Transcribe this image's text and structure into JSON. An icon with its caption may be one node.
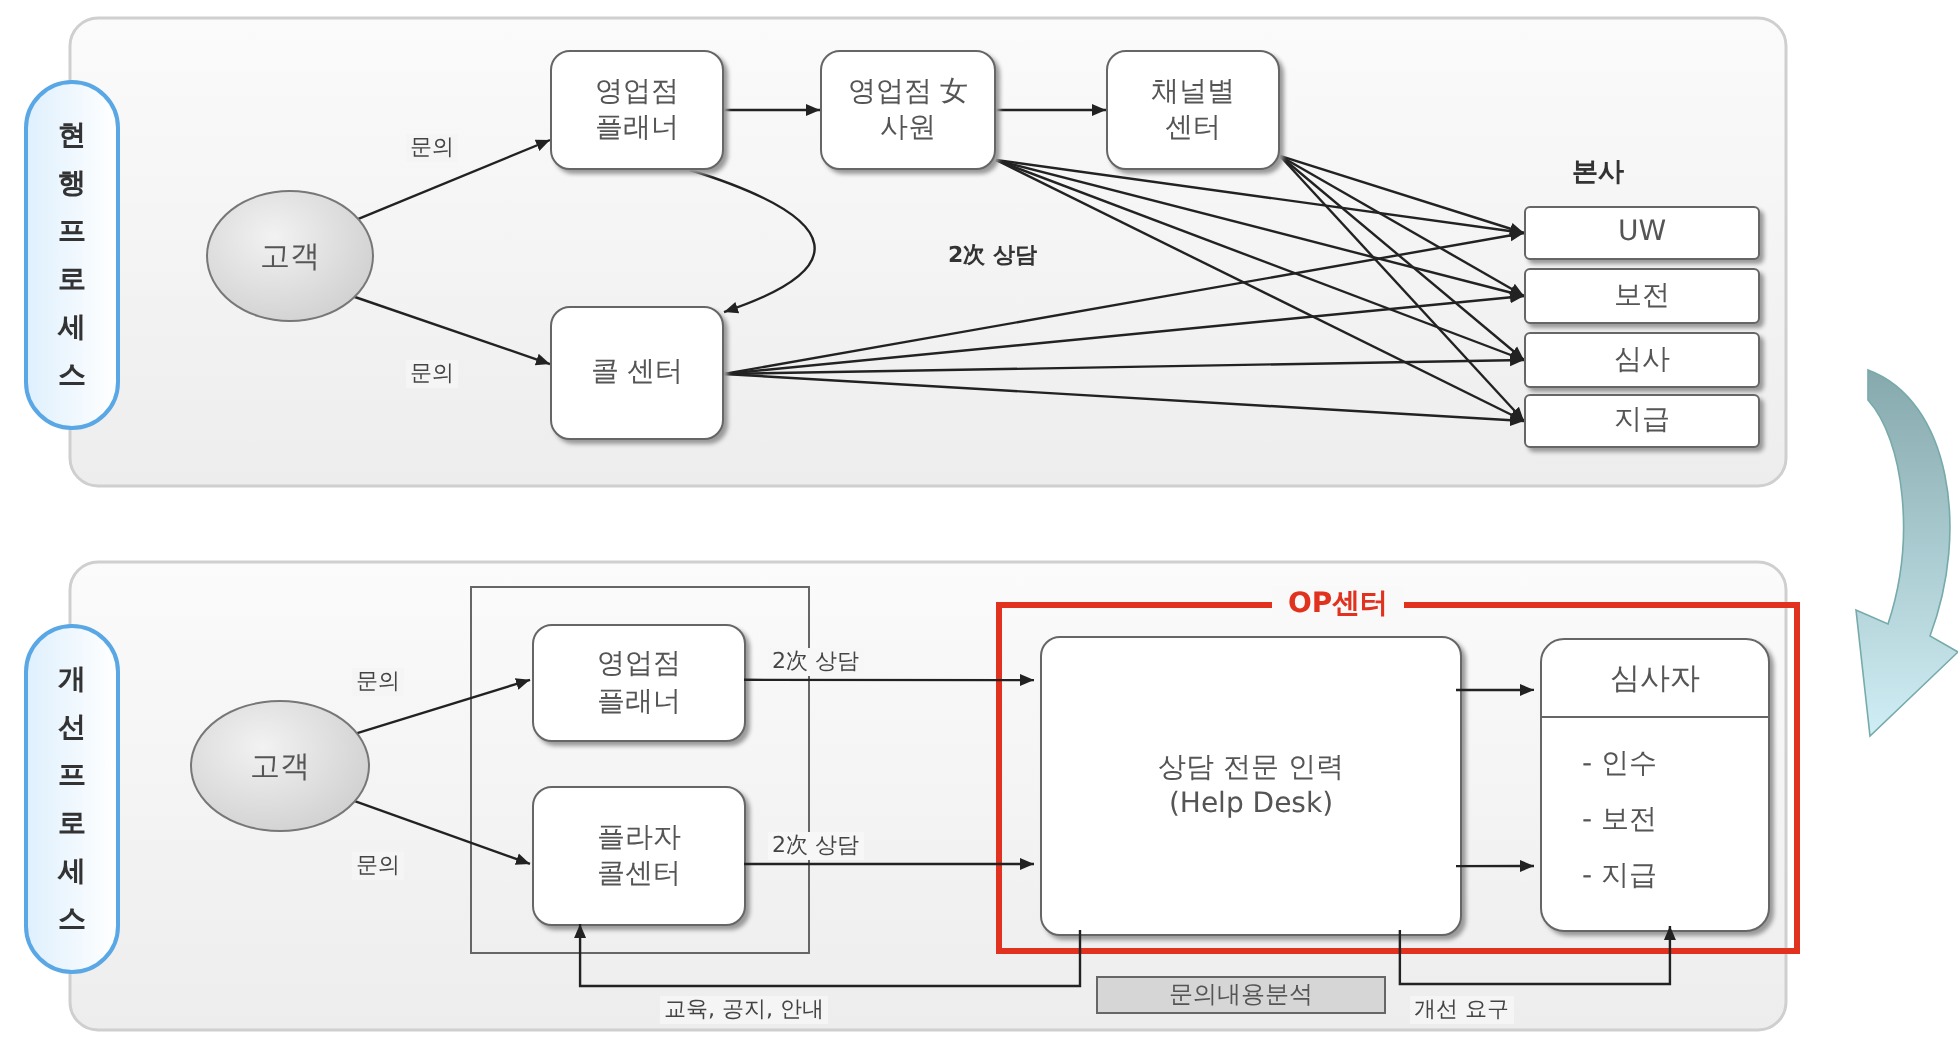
{
  "diagram": {
    "nodes": [
      {
        "text": [
          "현행프로세스"
        ]
      },
      {
        "text": [
          "고객"
        ],
        "in": 0
      },
      {
        "text": [
          "영업점 플래너"
        ],
        "in": 0
      },
      {
        "text": [
          "영업점 女 사원"
        ],
        "in": 0
      },
      {
        "text": [
          "채널별 센터"
        ],
        "in": 0
      },
      {
        "text": [
          "콜 센터"
        ],
        "in": 0
      },
      {
        "text": [
          "UW"
        ],
        "in": 0
      },
      {
        "text": [
          "보전"
        ],
        "in": 0
      },
      {
        "text": [
          "심사"
        ],
        "in": 0
      },
      {
        "text": [
          "지급"
        ],
        "in": 0
      },
      {
        "text": [
          "개선프로세스"
        ]
      },
      {
        "text": [
          "고객"
        ],
        "in": 10
      },
      {
        "text": [],
        "shape": "box",
        "in": 10
      },
      {
        "text": [
          "영업점 플래너"
        ],
        "in": 12
      },
      {
        "text": [
          "플라자 콜센터"
        ],
        "in": 12
      },
      {
        "text": [
          "OP센터"
        ],
        "in": 10
      },
      {
        "text": [
          "상담 전문 인력 (Help Desk)"
        ],
        "in": 15
      },
      {
        "text": [
          "심사자",
          "- 인수",
          "- 보전",
          "- 지급"
        ],
        "in": 15
      },
      {
        "text": [
          "문의내용분석"
        ],
        "in": 10
      }
    ],
    "edges": [
      {
        "from": 1,
        "to": 2,
        "arrow": "to",
        "label": "문의"
      },
      {
        "from": 1,
        "to": 5,
        "arrow": "to",
        "label": "문의"
      },
      {
        "from": 2,
        "to": 3,
        "arrow": "to"
      },
      {
        "from": 3,
        "to": 4,
        "arrow": "to"
      },
      {
        "from": 2,
        "to": 5,
        "arrow": "to"
      },
      {
        "from": 3,
        "to": 6,
        "arrow": "to"
      },
      {
        "from": 3,
        "to": 7,
        "arrow": "to"
      },
      {
        "from": 3,
        "to": 8,
        "arrow": "to"
      },
      {
        "from": 3,
        "to": 9,
        "arrow": "to"
      },
      {
        "from": 4,
        "to": 6,
        "arrow": "to"
      },
      {
        "from": 4,
        "to": 7,
        "arrow": "to"
      },
      {
        "from": 4,
        "to": 8,
        "arrow": "to"
      },
      {
        "from": 4,
        "to": 9,
        "arrow": "to"
      },
      {
        "from": 5,
        "to": 6,
        "arrow": "to"
      },
      {
        "from": 5,
        "to": 7,
        "arrow": "to"
      },
      {
        "from": 5,
        "to": 8,
        "arrow": "to"
      },
      {
        "from": 5,
        "to": 9,
        "arrow": "to"
      },
      {
        "from": 11,
        "to": 13,
        "arrow": "to",
        "label": "문의"
      },
      {
        "from": 11,
        "to": 14,
        "arrow": "to",
        "label": "문의"
      },
      {
        "from": 13,
        "to": 16,
        "arrow": "to",
        "label": "2次 상담"
      },
      {
        "from": 14,
        "to": 16,
        "arrow": "to",
        "label": "2次 상담"
      },
      {
        "from": 16,
        "to": 17,
        "arrow": "to"
      },
      {
        "from": 16,
        "to": 17,
        "arrow": "to"
      },
      {
        "from": 16,
        "to": 14,
        "arrow": "to",
        "label": "교육, 공지, 안내"
      },
      {
        "from": 16,
        "to": 17,
        "arrow": "to",
        "label": "개선 요구"
      }
    ],
    "labels": [
      "본사",
      "2次 상담"
    ]
  }
}
